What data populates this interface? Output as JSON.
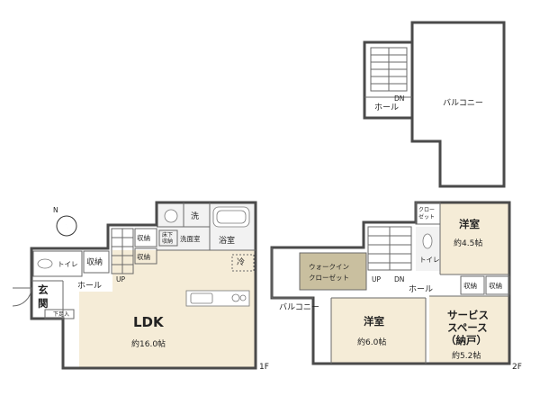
{
  "colors": {
    "floor_main": "#f5ecd7",
    "floor_closet": "#c9bf9f",
    "floor_wet": "#f2f2f2",
    "floor_white": "#ffffff",
    "wall": "#4a4a4a"
  },
  "rooms": {
    "top_balcony": "バルコニー",
    "top_hall": "ホール",
    "top_dn": "DN",
    "ldk": "LDK",
    "ldk_size": "約16.0帖",
    "wash": "洗",
    "senmen": "洗面室",
    "underfloor_a": "床下",
    "underfloor_b": "収納",
    "bath": "浴室",
    "storage_1f_a": "収納",
    "storage_1f_b": "収納",
    "storage_1f_c": "収納",
    "reizou": "冷",
    "toilet_1f": "トイレ",
    "hall_1f": "ホール",
    "up_1f": "UP",
    "genkan_a": "玄",
    "genkan_b": "関",
    "shoebox": "下足入",
    "closet_small_a": "クロー",
    "closet_small_b": "ゼット",
    "yoshitsu_a": "洋室",
    "yoshitsu_a_size": "約4.5帖",
    "wic_a": "ウォークイン",
    "wic_b": "クローゼット",
    "up_2f": "UP",
    "dn_2f": "DN",
    "toilet_2f": "トイレ",
    "hall_2f": "ホール",
    "storage_2f_a": "収納",
    "storage_2f_b": "収納",
    "balcony_2f": "バルコニー",
    "yoshitsu_b": "洋室",
    "yoshitsu_b_size": "約6.0帖",
    "service_a": "サービス",
    "service_b": "スペース",
    "service_c": "（納戸）",
    "service_size": "約5.2帖"
  },
  "floor_labels": {
    "f1": "1F",
    "f2": "2F"
  },
  "compass": {
    "label": "N",
    "icon": "compass-icon"
  }
}
